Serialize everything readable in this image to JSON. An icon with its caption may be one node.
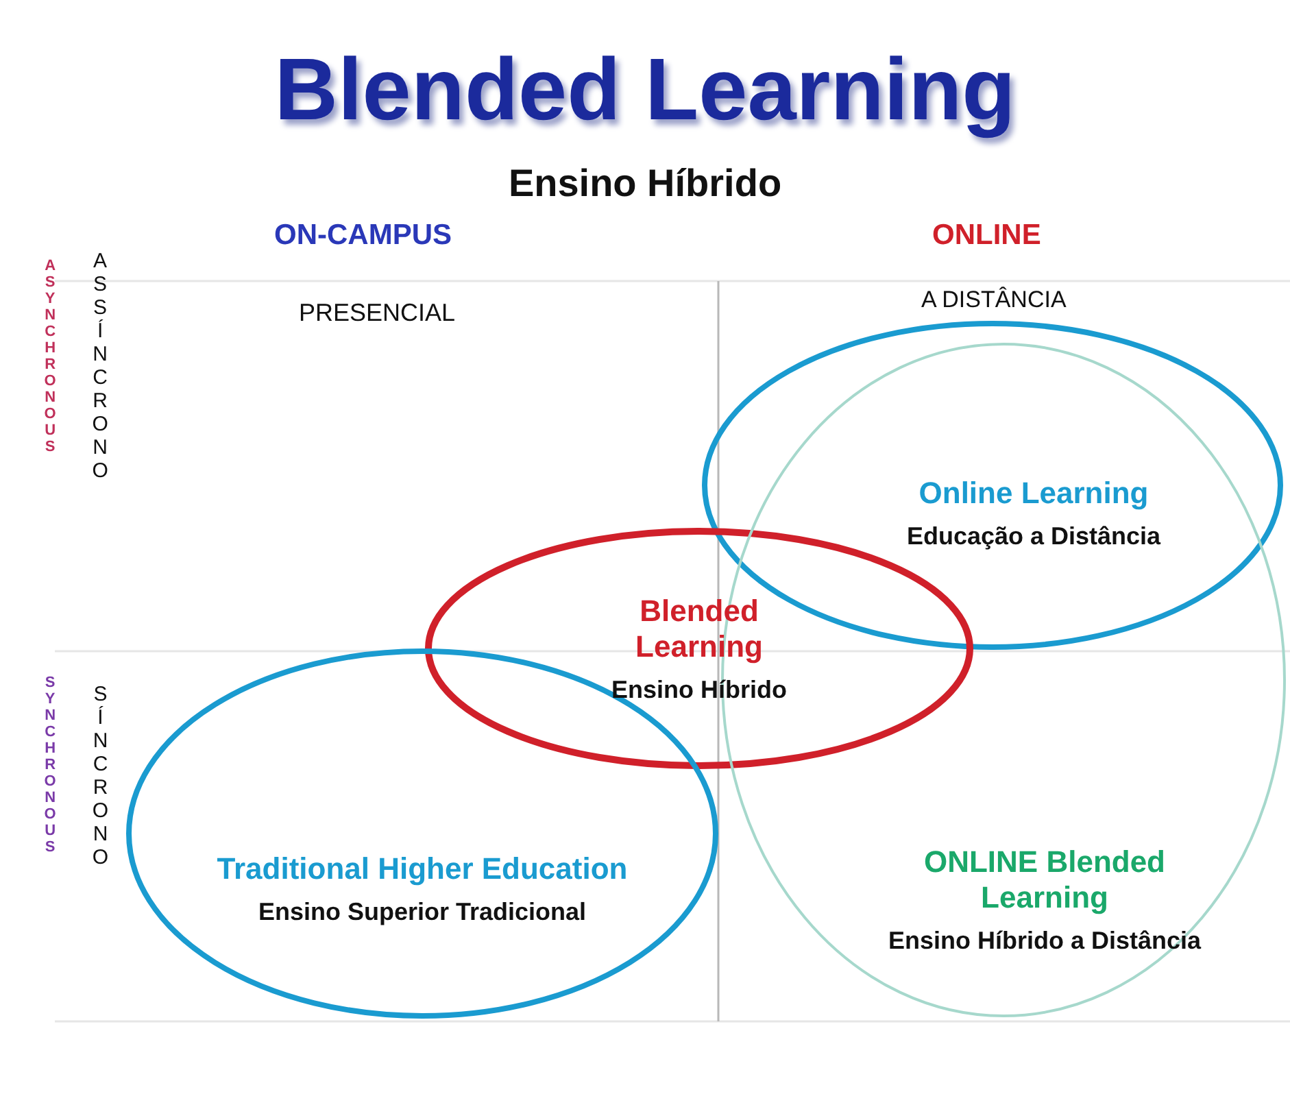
{
  "diagram": {
    "title": "Blended Learning",
    "nodes": [
      {
        "text": [
          "Online Learning",
          "Educação a Distância"
        ]
      },
      {
        "text": [
          "Blended Learning",
          "Ensino Híbrido"
        ]
      },
      {
        "text": [
          "ONLINE Blended Learning",
          "Ensino Híbrido a Distância"
        ]
      },
      {
        "text": [
          "Traditional Higher Education",
          "Ensino Superior Tradicional"
        ]
      }
    ],
    "labels": [
      "Ensino Híbrido",
      "ON-CAMPUS",
      "ONLINE",
      "PRESENCIAL",
      "A DISTÂNCIA",
      "ASYNCHRONOUS",
      "ASSÍNCRONO",
      "SYNCHRONOUS",
      "SÍNCRONO"
    ]
  }
}
